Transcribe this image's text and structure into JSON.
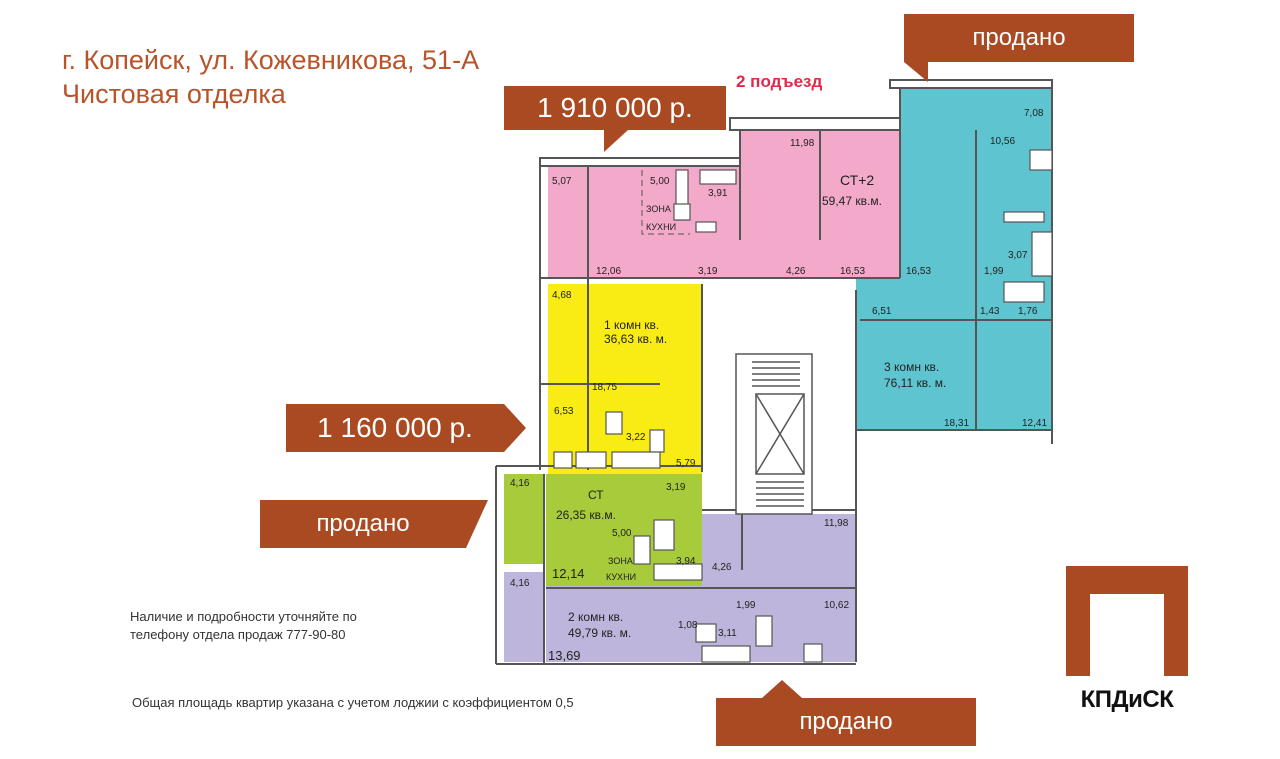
{
  "header": {
    "address": "г. Копейск, ул. Кожевникова, 51-А",
    "finish": "Чистовая отделка",
    "entrance": "2 подъезд"
  },
  "tags": {
    "price_top": "1 910 000 р.",
    "price_mid": "1 160 000 р.",
    "sold_top": "продано",
    "sold_left": "продано",
    "sold_bottom": "продано"
  },
  "notes": {
    "contact_line1": "Наличие и подробности уточняйте по",
    "contact_line2": "телефону отдела продаж 777-90-80",
    "area_note": "Общая площадь квартир указана с учетом лоджии с коэффициентом 0,5"
  },
  "logo": {
    "text": "КПДиСК"
  },
  "colors": {
    "accent": "#a94a22",
    "pink": "#f3a9c9",
    "teal": "#5ec4cf",
    "yellow": "#f8ec14",
    "green": "#a7cb3a",
    "lavender": "#bdb5dc"
  },
  "apartments": {
    "ct2": {
      "name": "СТ+2",
      "area": "59,47 кв.м."
    },
    "one": {
      "name": "1 комн кв.",
      "area": "36,63 кв. м."
    },
    "three": {
      "name": "3 комн кв.",
      "area": "76,11 кв. м."
    },
    "studio": {
      "name": "СТ",
      "area": "26,35 кв.м."
    },
    "two": {
      "name": "2 комн кв.",
      "area": "49,79 кв. м."
    }
  },
  "labels": {
    "pink_balcony": "5,07",
    "pink_kitchen_zone": "5,00",
    "pink_bath": "3,91",
    "pink_zona": "ЗОНА",
    "pink_kuhni": "КУХНИ",
    "pink_room_top": "11,98",
    "pink_main": "12,06",
    "pink_hall": "3,19",
    "pink_corr": "4,26",
    "pink_room_right": "16,53",
    "teal_balcony": "7,08",
    "teal_kitchen": "10,56",
    "teal_room_left": "16,53",
    "teal_corr": "1,99",
    "teal_bath": "3,07",
    "teal_hall": "6,51",
    "teal_wc_a": "1,43",
    "teal_wc_b": "1,76",
    "teal_room_bottom": "18,31",
    "teal_room_br": "12,41",
    "yellow_balcony": "4,68",
    "yellow_room": "18,75",
    "yellow_kitchen": "6,53",
    "yellow_bath": "3,22",
    "yellow_hall": "5,79",
    "green_balcony": "4,16",
    "green_hall": "3,19",
    "green_kitchen_zone": "5,00",
    "green_zona": "ЗОНА",
    "green_kuhni": "КУХНИ",
    "green_bath": "3,94",
    "green_room": "12,14",
    "lav_balcony": "4,16",
    "lav_room_top": "11,98",
    "lav_corr": "4,26",
    "lav_small": "1,99",
    "lav_kitchen": "10,62",
    "lav_wc": "1,08",
    "lav_bath": "3,11",
    "lav_room": "13,69"
  }
}
